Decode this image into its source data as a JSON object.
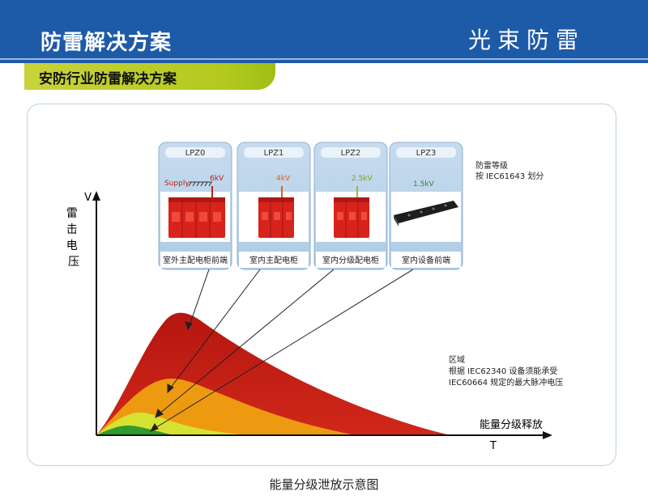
{
  "header": {
    "title": "防雷解决方案",
    "brand": "光束防雷"
  },
  "subtitle": "安防行业防雷解决方案",
  "caption": "能量分级泄放示意图",
  "colors": {
    "header_blue": "#1d5aa8",
    "subtitle_green": "#b3c91e",
    "zone_red": "#c21d16",
    "zone_orange": "#ee9a10",
    "zone_yellow": "#d6e232",
    "zone_green": "#2f9a2e",
    "panel_blue": "#bcd3e8"
  },
  "axes": {
    "y_letter": "V",
    "y_label": "雷击电压",
    "x_label": "能量分级释放",
    "x_letter": "T"
  },
  "protection_levels": [
    {
      "lpz": "LPZ0",
      "voltage": "6kV",
      "location": "室外主配电柜前端",
      "device": "red-spd-4pole-large"
    },
    {
      "lpz": "LPZ1",
      "voltage": "4kV",
      "location": "室内主配电柜",
      "device": "red-spd-2pole"
    },
    {
      "lpz": "LPZ2",
      "voltage": "2.5kV",
      "location": "室内分级配电柜",
      "device": "red-spd-2pole"
    },
    {
      "lpz": "LPZ3",
      "voltage": "1.5kV",
      "location": "室内设备前端",
      "device": "black-pdu-strip"
    }
  ],
  "supply_label": "Supply",
  "notes": {
    "level": [
      "防雷等级",
      "按 IEC61643 划分"
    ],
    "zone": [
      "区域",
      "根据 IEC62340 设备须能承受",
      "IEC60664 规定的最大脉冲电压"
    ]
  }
}
